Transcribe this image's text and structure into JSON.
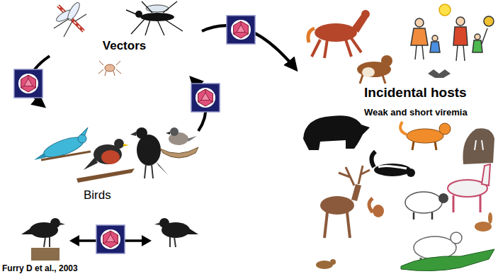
{
  "diagram": {
    "nodes": [
      {
        "text": [
          "Vectors"
        ]
      },
      {
        "text": [
          "Birds"
        ]
      },
      {
        "text": [
          "Incidental hosts",
          "Weak and short viremia"
        ]
      }
    ],
    "edges": [
      {
        "from": 0,
        "to": 1,
        "arrow": "to"
      },
      {
        "from": 1,
        "to": 0,
        "arrow": "to"
      },
      {
        "from": 0,
        "to": 2,
        "arrow": "to"
      }
    ],
    "labels": [
      "Furry D et al., 2003"
    ]
  }
}
